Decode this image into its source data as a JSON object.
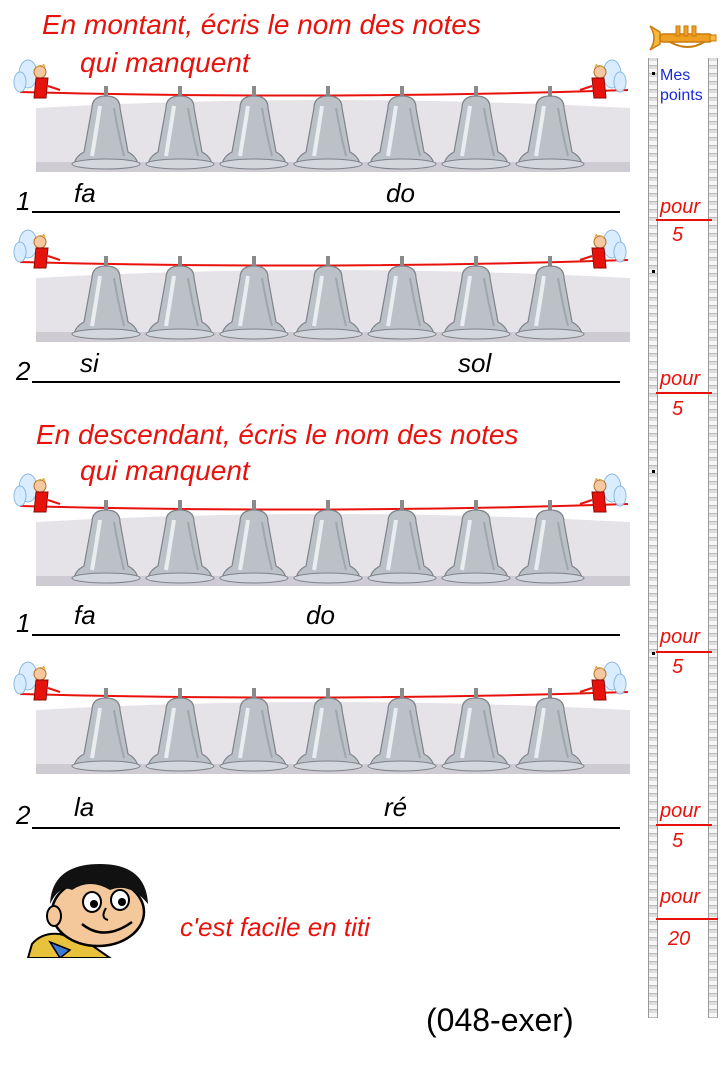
{
  "sections": [
    {
      "heading_line1": "En montant, écris le nom des notes",
      "heading_line2": "qui manquent",
      "exercises": [
        {
          "number": "1",
          "notes": [
            "fa",
            "do"
          ]
        },
        {
          "number": "2",
          "notes": [
            "si",
            "sol"
          ]
        }
      ]
    },
    {
      "heading_line1": "En descendant, écris le nom des notes",
      "heading_line2": "qui manquent",
      "exercises": [
        {
          "number": "1",
          "notes": [
            "fa",
            "do"
          ]
        },
        {
          "number": "2",
          "notes": [
            "la",
            "ré"
          ]
        }
      ]
    }
  ],
  "score_panel": {
    "header_line1": "Mes",
    "header_line2": "points",
    "scores": [
      {
        "label": "pour",
        "value": "5"
      },
      {
        "label": "pour",
        "value": "5"
      },
      {
        "label": "pour",
        "value": "5"
      },
      {
        "label": "pour",
        "value": "5"
      },
      {
        "label": "pour",
        "value": "20"
      }
    ]
  },
  "footer": {
    "slogan": "c'est facile en titi",
    "code": "(048-exer)"
  },
  "colors": {
    "accent_red": "#e8120c",
    "header_blue": "#1a2bd6",
    "trumpet_orange": "#f0a020"
  }
}
